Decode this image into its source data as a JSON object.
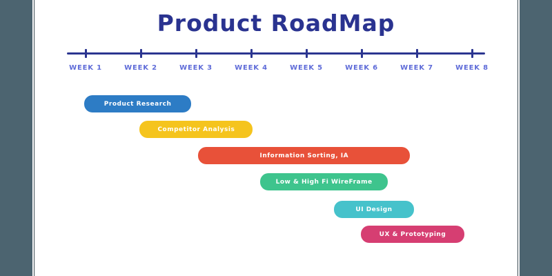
{
  "title": "Product RoadMap",
  "colors": {
    "background": "#4C6470",
    "card": "#FFFFFF",
    "card_edge": "#3A4A52",
    "title": "#2A3390",
    "axis": "#2B3590",
    "week_label": "#5E6BD8",
    "bar_text": "#FFFFFF"
  },
  "chart_data": {
    "type": "bar",
    "subtype": "gantt-roadmap",
    "title": "Product RoadMap",
    "orientation": "horizontal",
    "x_axis": {
      "tick_labels": [
        "WEEK 1",
        "WEEK 2",
        "WEEK 3",
        "WEEK 4",
        "WEEK 5",
        "WEEK 6",
        "WEEK 7",
        "WEEK 8"
      ],
      "range_weeks": [
        1,
        8
      ],
      "grid": false
    },
    "legend": "none",
    "tasks": [
      {
        "label": "Product Research",
        "start_week": 0.98,
        "end_week": 2.91,
        "row": 1,
        "color": "#2D7CC5"
      },
      {
        "label": "Competitor Analysis",
        "start_week": 1.98,
        "end_week": 4.03,
        "row": 2,
        "color": "#F5C41D"
      },
      {
        "label": "Information Sorting, IA",
        "start_week": 3.04,
        "end_week": 6.88,
        "row": 3,
        "color": "#E85139"
      },
      {
        "label": "Low & High Fi WireFrame",
        "start_week": 4.16,
        "end_week": 6.48,
        "row": 4,
        "color": "#3EC48D"
      },
      {
        "label": "UI Design",
        "start_week": 5.5,
        "end_week": 6.95,
        "row": 5,
        "color": "#46C2CB"
      },
      {
        "label": "UX & Prototyping",
        "start_week": 5.99,
        "end_week": 7.86,
        "row": 6,
        "color": "#D63E72"
      }
    ]
  }
}
